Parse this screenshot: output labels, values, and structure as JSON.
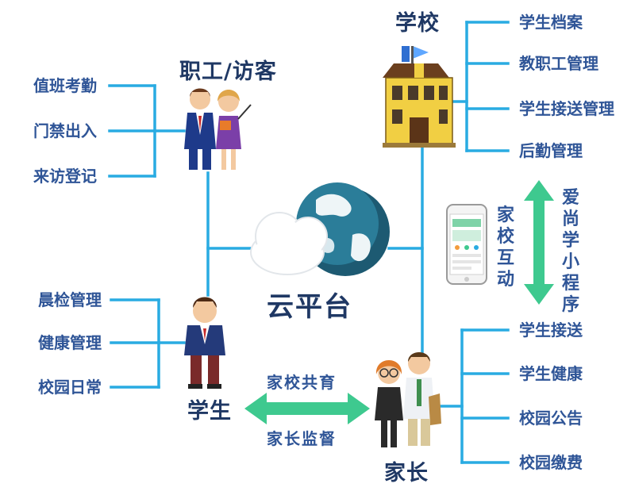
{
  "center": {
    "title": "云平台"
  },
  "school": {
    "title": "学校",
    "items": [
      "学生档案",
      "教职工管理",
      "学生接送管理",
      "后勤管理"
    ]
  },
  "staff": {
    "title": "职工/访客",
    "items": [
      "值班考勤",
      "门禁出入",
      "来访登记"
    ]
  },
  "student": {
    "title": "学生",
    "items": [
      "晨检管理",
      "健康管理",
      "校园日常"
    ]
  },
  "parent": {
    "title": "家长",
    "items": [
      "学生接送",
      "学生健康",
      "校园公告",
      "校园缴费"
    ]
  },
  "home_school": {
    "top": "家校共育",
    "bottom": "家长监督"
  },
  "mini_program": {
    "left": "家校互动",
    "right": "爱尚学小程序"
  },
  "colors": {
    "line": "#29abe2",
    "arrow": "#3ec98f",
    "text_dark": "#1f3864",
    "text_blue": "#2f5597"
  }
}
